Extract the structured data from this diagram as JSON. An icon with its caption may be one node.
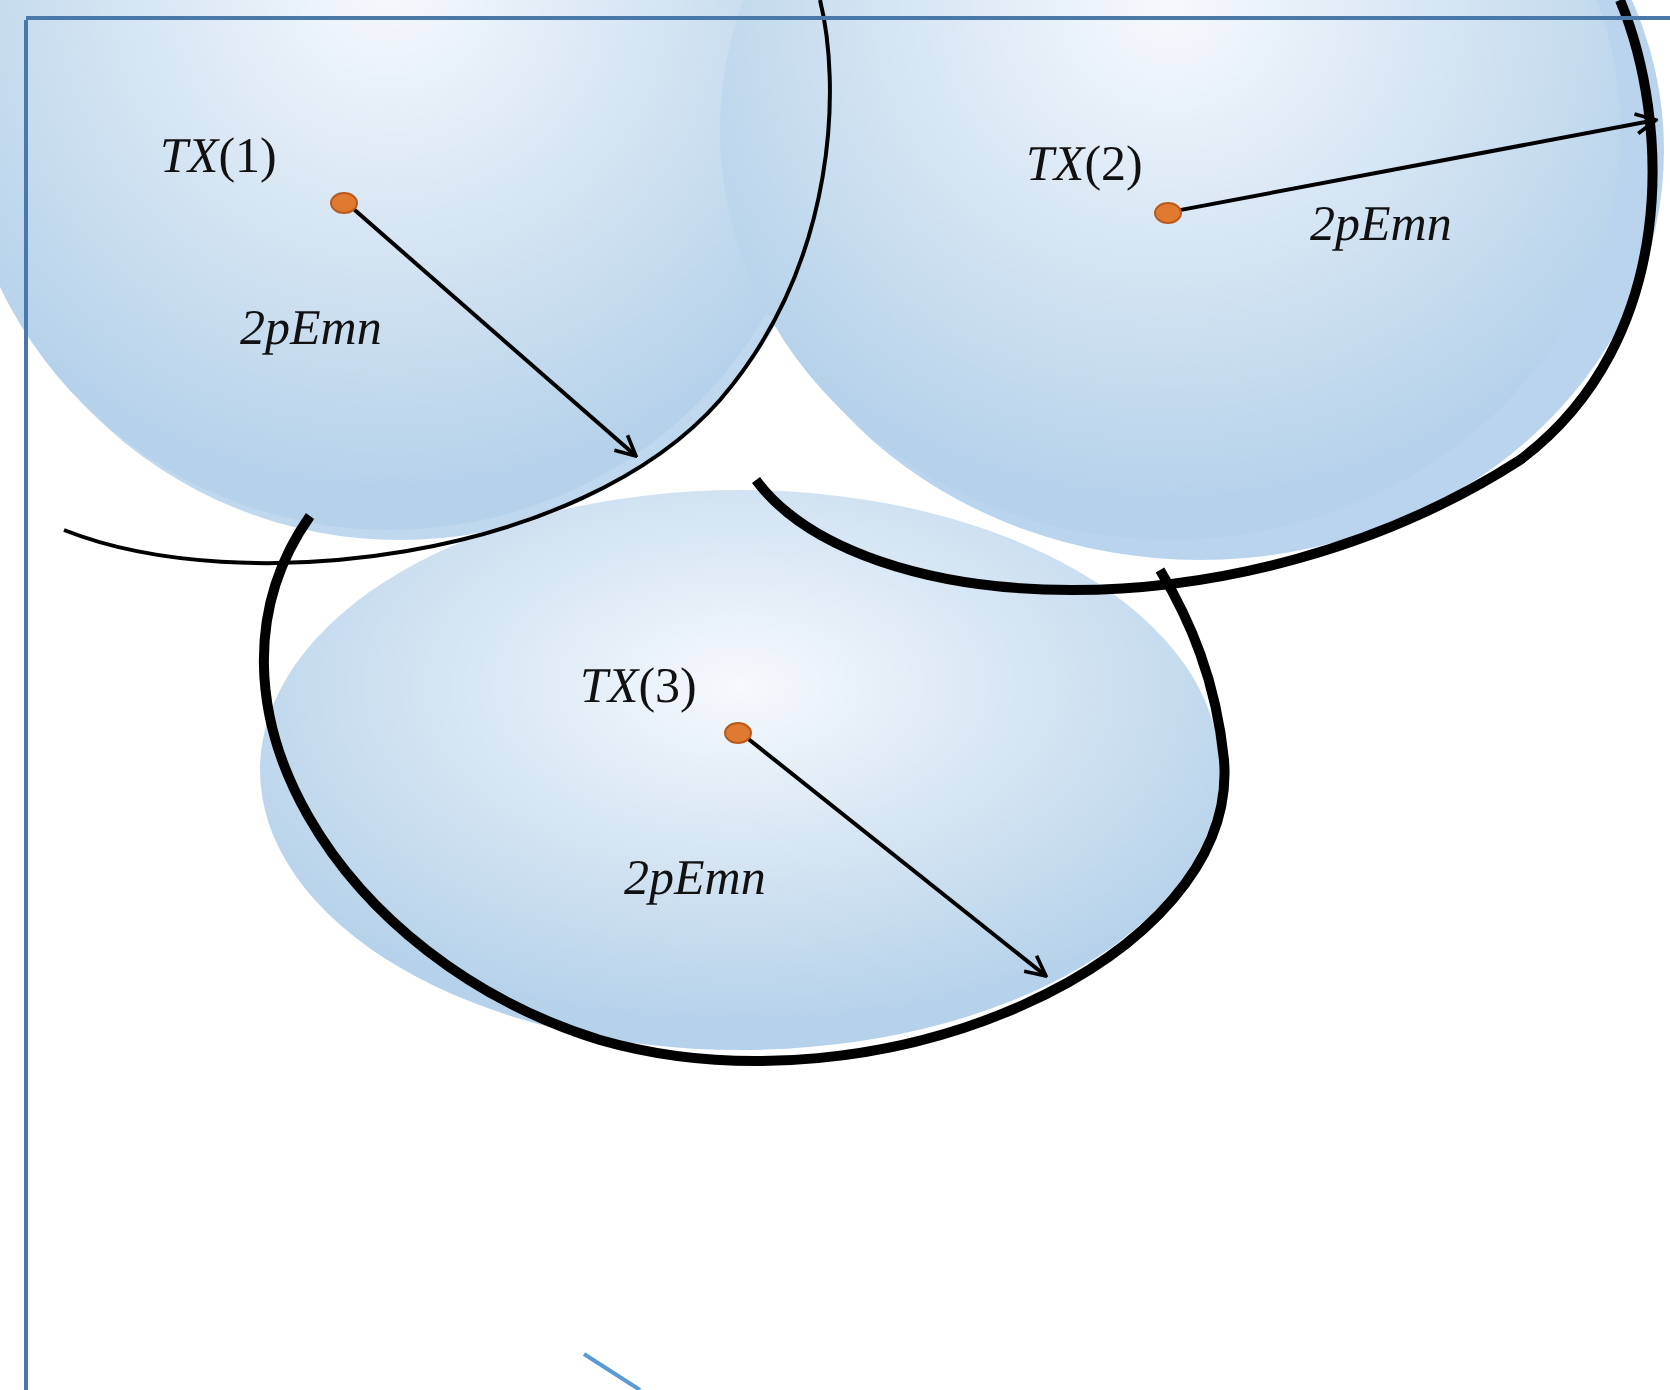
{
  "diagram": {
    "nodes": [
      {
        "text": [],
        "shape": "circle",
        "beside": [
          "*TX*(1)"
        ]
      },
      {
        "text": [],
        "shape": "circle",
        "beside": [
          "*TX*(2)"
        ]
      },
      {
        "text": [],
        "shape": "circle",
        "beside": [
          "*TX*(3)"
        ]
      }
    ],
    "edges": [
      {
        "from": 0,
        "to": null,
        "arrow": "to",
        "label": "2pEmn"
      },
      {
        "from": 1,
        "to": null,
        "arrow": "to",
        "label": "2pEmn"
      },
      {
        "from": 2,
        "to": null,
        "arrow": "to",
        "label": "2pEmn"
      }
    ]
  }
}
